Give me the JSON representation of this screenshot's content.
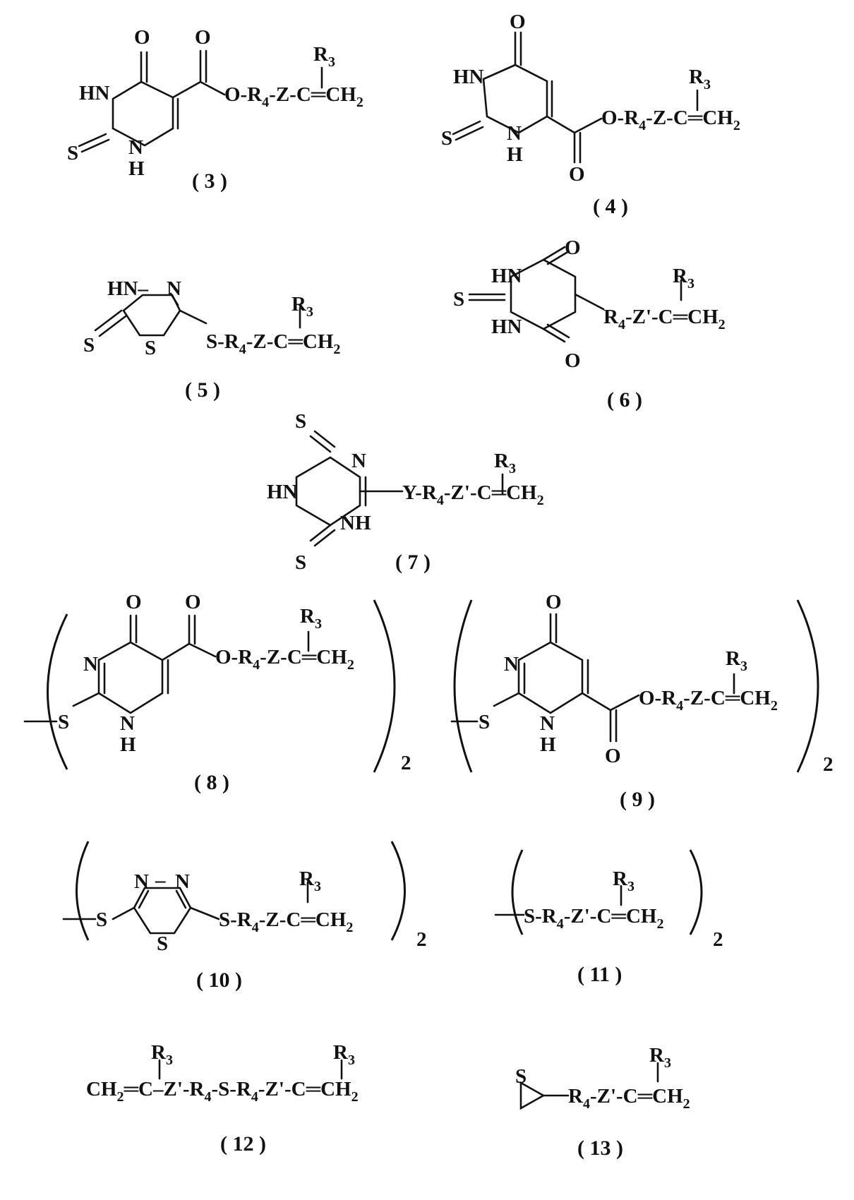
{
  "captions": {
    "c3": "( 3 )",
    "c4": "( 4 )",
    "c5": "( 5 )",
    "c6": "( 6 )",
    "c7": "( 7 )",
    "c8": "( 8 )",
    "c9": "( 9 )",
    "c10": "( 10 )",
    "c11": "( 11 )",
    "c12": "( 12 )",
    "c13": "( 13 )"
  },
  "atoms": {
    "O": "O",
    "S": "S",
    "N": "N",
    "H": "H",
    "HN": "HN",
    "NH": "NH",
    "HN_dash": "HN–"
  },
  "groups": {
    "R": "R",
    "R3_sub": "3",
    "R4_sub": "4",
    "H2_sub": "2",
    "ester": "O-R",
    "thioether": "S-R",
    "y_link": "Y-R",
    "bare_r": "R",
    "z_c": "-Z-C",
    "zp_c": "-Z'-C",
    "eq_ch": "═CH",
    "ch2_eq_c": "CH",
    "eq_c": "═C",
    "z_r": "–Z'-R",
    "s_r": "-S-R",
    "zp_r": "-Z'-C",
    "dimer_n": "2"
  }
}
